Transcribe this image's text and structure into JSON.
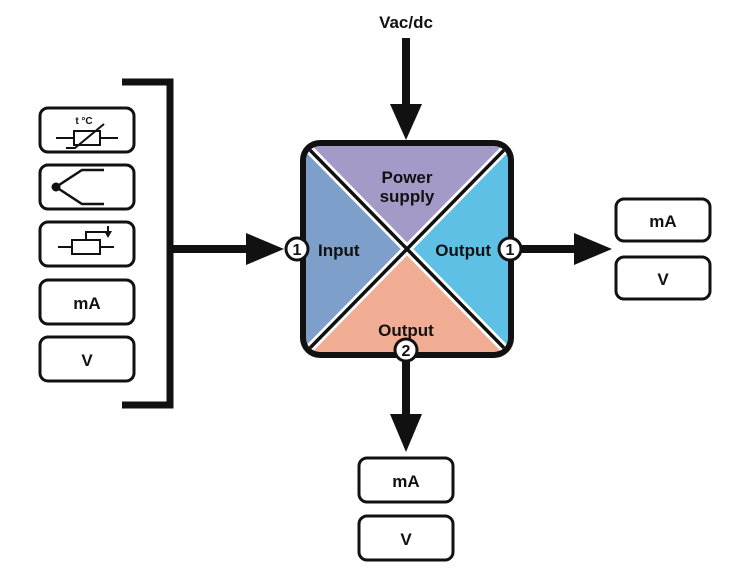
{
  "power_input_label": "Vac/dc",
  "quadrants": {
    "top": {
      "label_line1": "Power",
      "label_line2": "supply",
      "color": "#a59ac7"
    },
    "left": {
      "label": "Input",
      "color": "#7f9fcb"
    },
    "right": {
      "label": "Output",
      "color": "#5ec0e5"
    },
    "bottom": {
      "label": "Output",
      "color": "#f0ad94"
    }
  },
  "ports": {
    "input": "1",
    "output_right": "1",
    "output_bottom": "2"
  },
  "input_options": [
    {
      "icon": "thermistor-icon",
      "label": "t °C"
    },
    {
      "icon": "thermocouple-icon",
      "label": ""
    },
    {
      "icon": "potentiometer-icon",
      "label": ""
    },
    {
      "icon": "",
      "label": "mA"
    },
    {
      "icon": "",
      "label": "V"
    }
  ],
  "output1_options": [
    "mA",
    "V"
  ],
  "output2_options": [
    "mA",
    "V"
  ]
}
